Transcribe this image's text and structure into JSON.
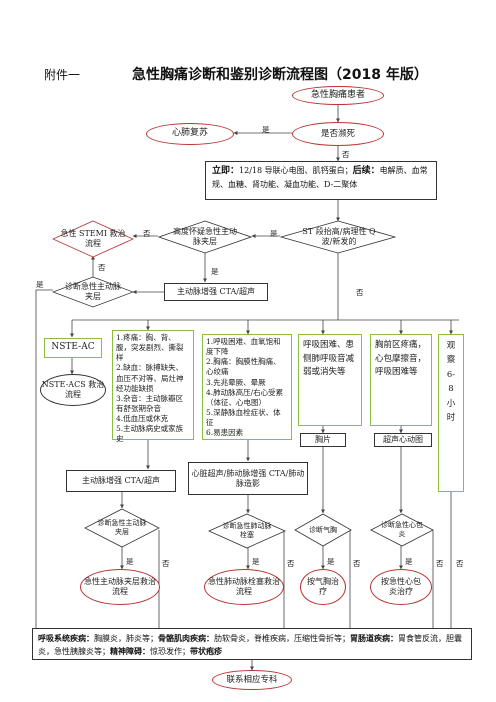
{
  "header": {
    "prefix": "附件一",
    "title": "急性胸痛诊断和鉴别诊断流程图（2018 年版）"
  },
  "nodes": {
    "start": "急性胸痛患者",
    "dying": "是否濒死",
    "cpr": "心肺复苏",
    "immediate_label": "立即：",
    "immediate_text": "12/18 导联心电图、肌钙蛋白；",
    "followup_label": "后续：",
    "followup_text": "电解质、血常规、血糖、肾功能、凝血功能、D-二聚体",
    "st": "ST 段抬高/病理性 Q 波/新发的",
    "stemi": "急性 STEMI 救治流程",
    "high_aas": "高度怀疑急性主动脉夹层",
    "aas_dx": "诊断急性主动脉夹层",
    "cta1": "主动脉增强 CTA/超声",
    "nste": "NSTE-AC",
    "nste_flow": "NSTE-ACS 救治流程",
    "symptoms1": [
      "1.疼痛：胸、背、腹，突发剧烈、撕裂样",
      "2.缺血：脉搏缺失、血压不对等、局灶神经功能缺损",
      "3.杂音：主动脉瓣区有舒张期杂音",
      "4.低血压或休克",
      "5.主动脉病史或家族史"
    ],
    "symptoms2": [
      "1.呼吸困难、血氧饱和度下降",
      "2.胸痛：胸膜性胸痛、心绞痛",
      "3.先兆晕厥、晕厥",
      "4.肺动脉高压/右心受累（体征、心电图）",
      "5.深静脉血栓症状、体征",
      "6.易患因素"
    ],
    "symptoms3": "呼吸困难、患侧肺呼吸音减弱或消失等",
    "symptoms4": "胸前区疼痛，心包摩擦音，呼吸困难等",
    "observe": "观察 6-8 小时",
    "cta2": "主动脉增强 CTA/超声",
    "echo_cta": "心脏超声/肺动脉增强 CTA/肺动脉造影",
    "xray": "胸片",
    "ucg": "超声心动图",
    "dx_aas2": "诊断急性主动脉夹层",
    "dx_pe": "诊断急性肺动脉栓塞",
    "dx_ptx": "诊断气胸",
    "dx_peri": "诊断急性心包炎",
    "flow_aas": "急性主动脉夹层救治流程",
    "flow_pe": "急性肺动脉栓塞救治流程",
    "tx_ptx": "按气胸治疗",
    "tx_peri": "按急性心包炎治疗",
    "referral": "联系相应专科"
  },
  "labels": {
    "yes": "是",
    "no": "否"
  },
  "bottom": {
    "c1": "呼吸系统疾病：",
    "t1": "胸膜炎，肺炎等；",
    "c2": "骨骼肌肉疾病：",
    "t2": "肋软骨炎，脊椎疾病，压缩性骨折等；",
    "c3": "胃肠道疾病：",
    "t3": "胃食管反流，胆囊炎，急性胰腺炎等；",
    "c4": "精神障碍：",
    "t4": "惊恐发作；",
    "c5": "带状疱疹"
  }
}
